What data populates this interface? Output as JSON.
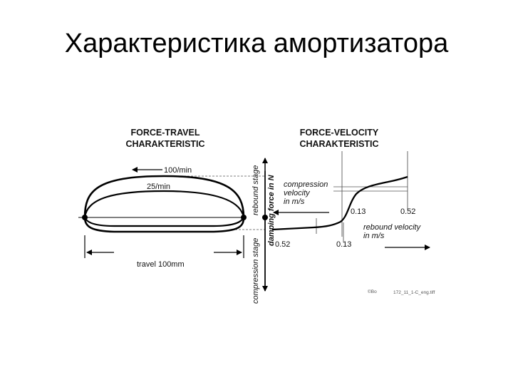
{
  "slide": {
    "title": "Характеристика амортизатора"
  },
  "force_travel": {
    "heading_line1": "FORCE-TRAVEL",
    "heading_line2": "CHARAKTERISTIC",
    "speed_high": "100/min",
    "speed_low": "25/min",
    "travel": "travel  100mm"
  },
  "axis": {
    "rebound_stage": "rebound stage",
    "compression_stage": "compression stage",
    "damping_force": "damping force in N"
  },
  "force_velocity": {
    "heading_line1": "FORCE-VELOCITY",
    "heading_line2": "CHARAKTERISTIC",
    "compression_line1": "compression",
    "compression_line2": "velocity",
    "compression_line3": "in m/s",
    "rebound_line1": "rebound velocity",
    "rebound_line2": "in m/s",
    "tick_rebound_small": "0.13",
    "tick_rebound_large": "0.52",
    "tick_compression_small": "0.13",
    "tick_compression_large": "0.52"
  },
  "footer": {
    "logo": "©Bo",
    "reference": "172_11_1-C_eng.tiff"
  }
}
